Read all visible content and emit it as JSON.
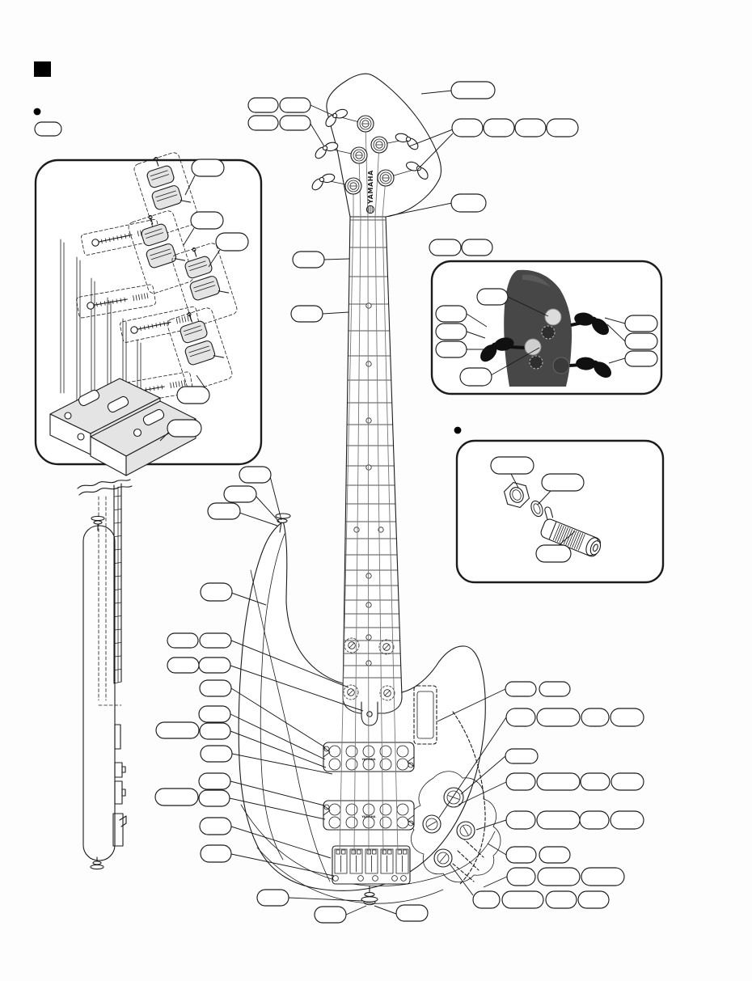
{
  "page": {
    "background": "#fdfdfd",
    "ink": "#1b1b1b",
    "photo_dark": "#404040",
    "photo_mid": "#8f8f8f",
    "photo_light": "#d9d9d9"
  },
  "branding": {
    "headstock_logo": "YAMAHA",
    "pickup_logo": "YAMAHA"
  },
  "markers": {
    "section_square": [
      42,
      76,
      21,
      19
    ],
    "bullets": [
      [
        46,
        138
      ],
      [
        566,
        532
      ]
    ]
  },
  "diagram": {
    "callouts": [
      [
        "intro",
        43,
        151,
        33,
        17
      ],
      [
        "head-l1",
        307,
        121,
        37,
        18
      ],
      [
        "head-l2",
        346,
        121,
        38,
        18
      ],
      [
        "head-l3",
        307,
        143,
        37,
        18
      ],
      [
        "head-l4",
        346,
        143,
        38,
        18
      ],
      [
        "head-top",
        558,
        101,
        54,
        21
      ],
      [
        "head-r1",
        559,
        147,
        38,
        22
      ],
      [
        "head-r2",
        598,
        147,
        38,
        22
      ],
      [
        "head-r3",
        637,
        147,
        38,
        22
      ],
      [
        "head-r4",
        676,
        147,
        39,
        22
      ],
      [
        "nut",
        558,
        240,
        43,
        22
      ],
      [
        "neck-1",
        362,
        311,
        39,
        20
      ],
      [
        "neck-2",
        360,
        378,
        39,
        20
      ],
      [
        "neck-3",
        531,
        296,
        39,
        20
      ],
      [
        "neck-4",
        571,
        296,
        38,
        20
      ],
      [
        "box-1",
        237,
        197,
        40,
        21
      ],
      [
        "box-2",
        236,
        262,
        40,
        21
      ],
      [
        "box-3",
        267,
        288,
        40,
        22
      ],
      [
        "box-4",
        219,
        478,
        40,
        21
      ],
      [
        "box-5",
        207,
        519,
        42,
        21
      ],
      [
        "strap-1",
        296,
        577,
        39,
        20
      ],
      [
        "strap-2",
        277,
        601,
        40,
        20
      ],
      [
        "strap-3",
        257,
        622,
        40,
        20
      ],
      [
        "horn",
        248,
        721,
        39,
        22
      ],
      [
        "l1a",
        207,
        783,
        38,
        18
      ],
      [
        "l1b",
        247,
        783,
        39,
        18
      ],
      [
        "l2a",
        207,
        813,
        39,
        19
      ],
      [
        "l2b",
        246,
        813,
        39,
        19
      ],
      [
        "l3",
        247,
        841,
        39,
        20
      ],
      [
        "l4",
        246,
        873,
        39,
        20
      ],
      [
        "l5a",
        193,
        893,
        53,
        20
      ],
      [
        "l5b",
        247,
        894,
        38,
        20
      ],
      [
        "l6",
        248,
        922,
        39,
        20
      ],
      [
        "l7",
        246,
        956,
        39,
        20
      ],
      [
        "l8a",
        192,
        975,
        53,
        21
      ],
      [
        "l8b",
        246,
        977,
        38,
        20
      ],
      [
        "l9",
        247,
        1011,
        39,
        21
      ],
      [
        "l10",
        248,
        1045,
        38,
        21
      ],
      [
        "bstrap-1",
        318,
        1100,
        39,
        20
      ],
      [
        "bstrap-2",
        389,
        1121,
        39,
        20
      ],
      [
        "bstrap-3",
        490,
        1119,
        39,
        20
      ],
      [
        "r1a",
        625,
        843,
        38,
        18
      ],
      [
        "r1b",
        667,
        843,
        38,
        18
      ],
      [
        "r2a",
        626,
        876,
        36,
        22
      ],
      [
        "r2b",
        664,
        876,
        53,
        22
      ],
      [
        "r2c",
        719,
        876,
        34,
        22
      ],
      [
        "r2d",
        755,
        876,
        41,
        22
      ],
      [
        "r3",
        625,
        926,
        40,
        18
      ],
      [
        "r4a",
        626,
        956,
        36,
        21
      ],
      [
        "r4b",
        664,
        956,
        53,
        21
      ],
      [
        "r4c",
        718,
        956,
        36,
        21
      ],
      [
        "r4d",
        756,
        956,
        40,
        21
      ],
      [
        "r5a",
        626,
        1003,
        36,
        22
      ],
      [
        "r5b",
        664,
        1003,
        53,
        22
      ],
      [
        "r5c",
        717,
        1003,
        36,
        22
      ],
      [
        "r5d",
        755,
        1003,
        41,
        22
      ],
      [
        "r6a",
        626,
        1047,
        37,
        20
      ],
      [
        "r6b",
        667,
        1047,
        38,
        20
      ],
      [
        "r7a",
        627,
        1073,
        35,
        22
      ],
      [
        "r7b",
        665,
        1073,
        52,
        22
      ],
      [
        "r7c",
        719,
        1073,
        53,
        22
      ],
      [
        "r8a",
        585,
        1102,
        33,
        21
      ],
      [
        "r8b",
        621,
        1102,
        51,
        21
      ],
      [
        "r8c",
        675,
        1102,
        38,
        21
      ],
      [
        "r8d",
        715,
        1102,
        38,
        21
      ],
      [
        "tun-1",
        590,
        357,
        38,
        20
      ],
      [
        "tun-2",
        539,
        378,
        38,
        20
      ],
      [
        "tun-3",
        539,
        400,
        38,
        20
      ],
      [
        "tun-4",
        539,
        422,
        38,
        20
      ],
      [
        "tun-5",
        569,
        455,
        39,
        22
      ],
      [
        "tun-6",
        773,
        390,
        40,
        20
      ],
      [
        "tun-7",
        773,
        412,
        40,
        20
      ],
      [
        "tun-8",
        773,
        434,
        40,
        19
      ],
      [
        "jack-1",
        607,
        565,
        53,
        21
      ],
      [
        "jack-2",
        670,
        586,
        52,
        21
      ],
      [
        "jack-3",
        663,
        674,
        43,
        21
      ]
    ],
    "leaders": [
      [
        384,
        130,
        413,
        143
      ],
      [
        384,
        153,
        401,
        181
      ],
      [
        559,
        112,
        521,
        116
      ],
      [
        560,
        160,
        506,
        181
      ],
      [
        560,
        165,
        517,
        209
      ],
      [
        559,
        251,
        481,
        267
      ],
      [
        401,
        321,
        432,
        320
      ],
      [
        399,
        388,
        431,
        386
      ],
      [
        241,
        217,
        229,
        241
      ],
      [
        240,
        282,
        227,
        303
      ],
      [
        272,
        309,
        258,
        330
      ],
      [
        254,
        480,
        243,
        464
      ],
      [
        212,
        531,
        198,
        545
      ],
      [
        334,
        589,
        348,
        643
      ],
      [
        316,
        613,
        346,
        646
      ],
      [
        296,
        634,
        343,
        650
      ],
      [
        286,
        733,
        329,
        748
      ],
      [
        286,
        792,
        431,
        850
      ],
      [
        285,
        823,
        449,
        879
      ],
      [
        286,
        851,
        402,
        924
      ],
      [
        285,
        883,
        402,
        939
      ],
      [
        285,
        904,
        403,
        949
      ],
      [
        287,
        932,
        411,
        957
      ],
      [
        285,
        966,
        401,
        996
      ],
      [
        284,
        987,
        402,
        1013
      ],
      [
        286,
        1022,
        409,
        1061
      ],
      [
        286,
        1056,
        413,
        1083
      ],
      [
        357,
        1110,
        449,
        1114
      ],
      [
        428,
        1131,
        453,
        1120
      ],
      [
        490,
        1130,
        463,
        1120
      ],
      [
        625,
        852,
        541,
        892
      ],
      [
        626,
        887,
        543,
        1011
      ],
      [
        625,
        935,
        570,
        982
      ],
      [
        626,
        967,
        567,
        995
      ],
      [
        626,
        1014,
        589,
        1026
      ],
      [
        626,
        1057,
        603,
        1043
      ],
      [
        627,
        1084,
        598,
        1097
      ],
      [
        585,
        1107,
        556,
        1068
      ],
      [
        628,
        367,
        678,
        391
      ],
      [
        577,
        388,
        602,
        404
      ],
      [
        577,
        410,
        600,
        418
      ],
      [
        577,
        432,
        604,
        432
      ],
      [
        607,
        464,
        667,
        430
      ],
      [
        773,
        400,
        748,
        393
      ],
      [
        773,
        422,
        751,
        401
      ],
      [
        773,
        443,
        753,
        449
      ],
      [
        632,
        586,
        641,
        603
      ],
      [
        681,
        607,
        665,
        624
      ],
      [
        690,
        675,
        711,
        657
      ]
    ]
  }
}
